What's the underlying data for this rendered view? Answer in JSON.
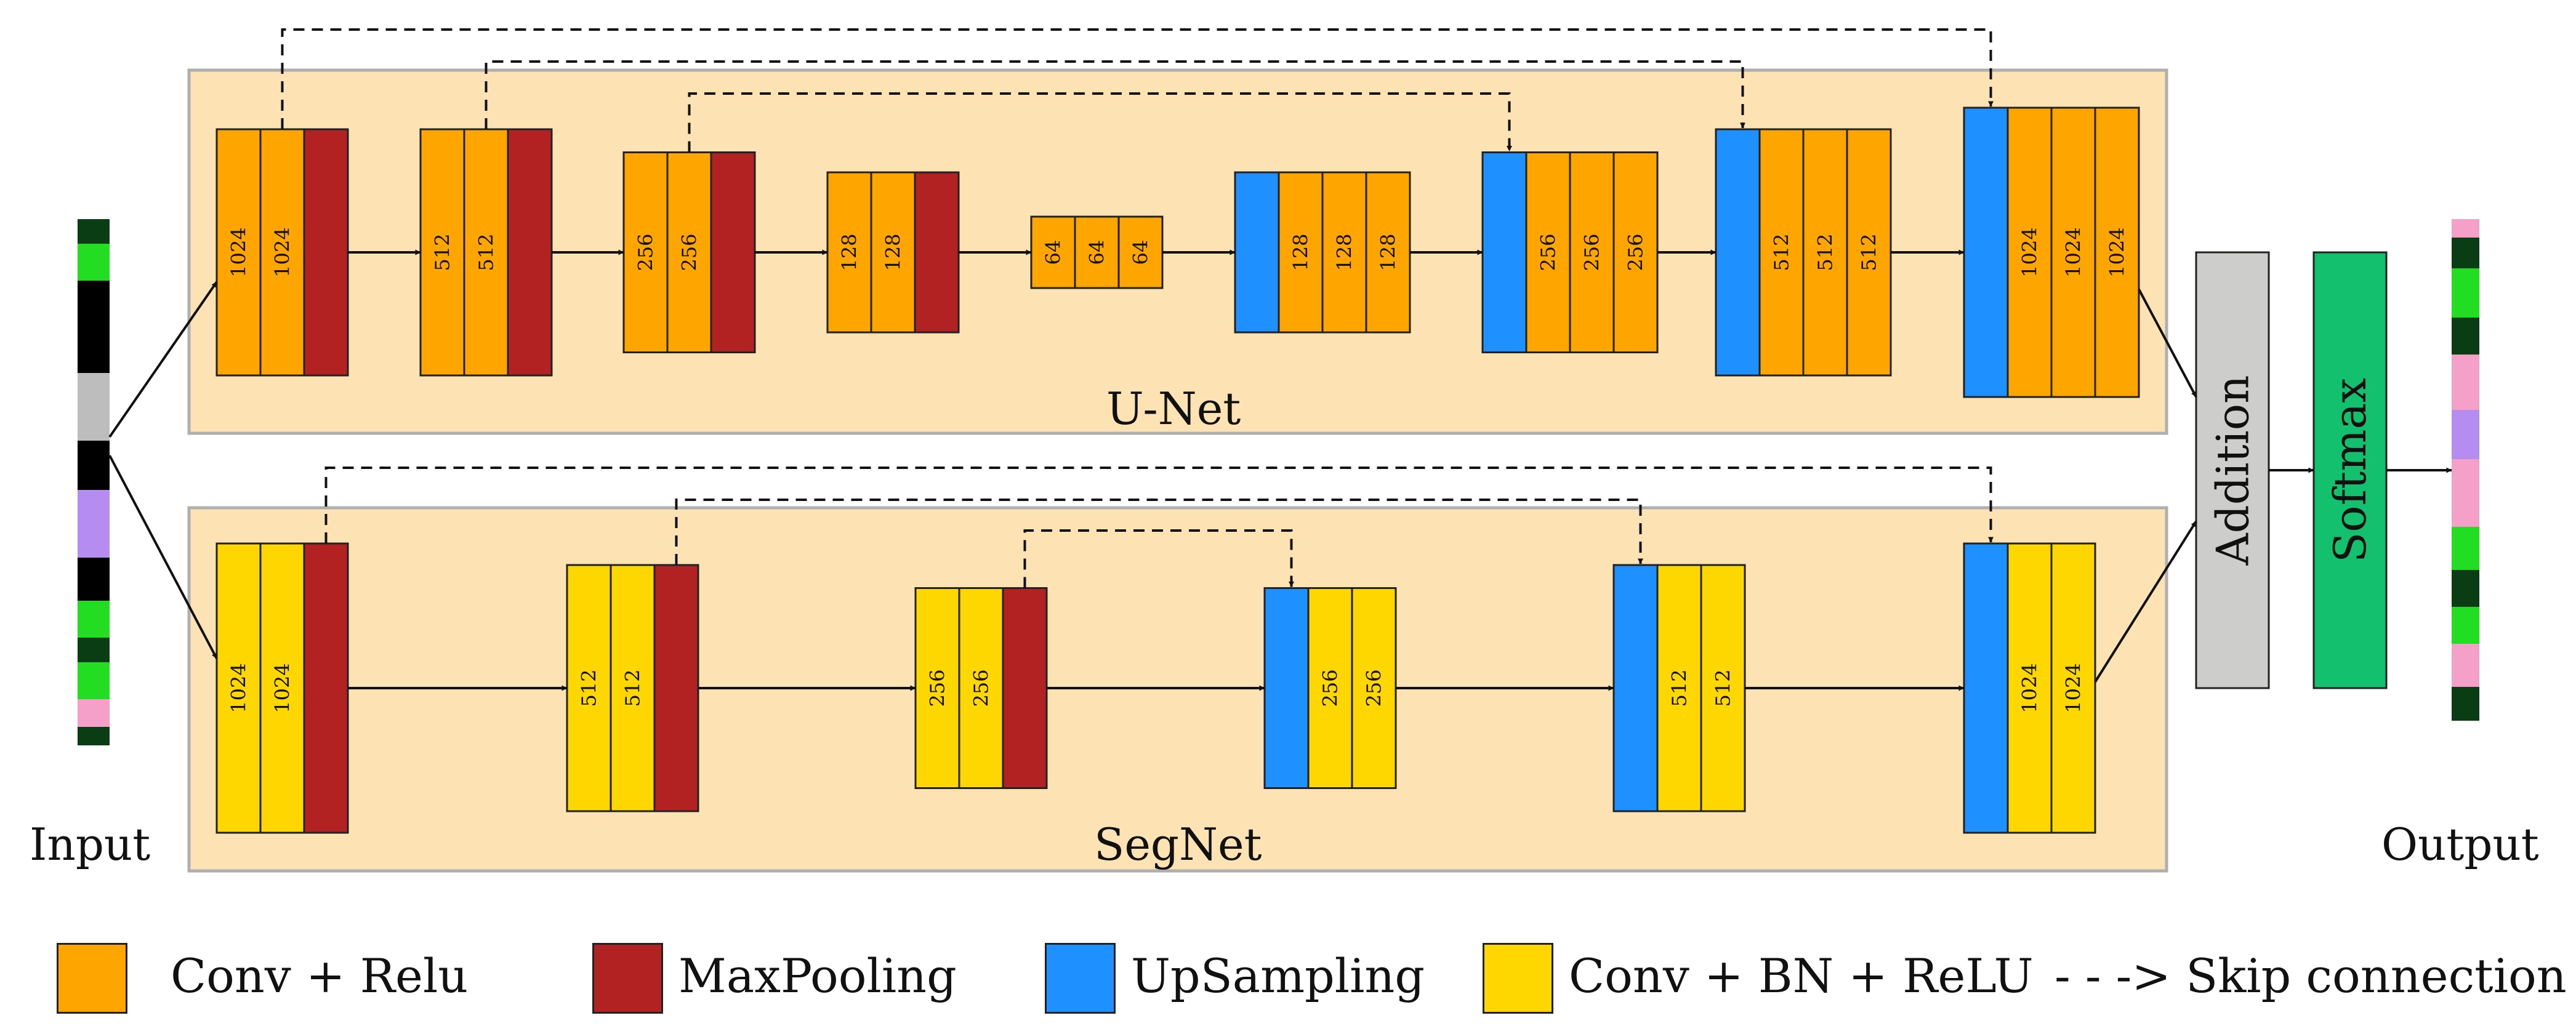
{
  "colors": {
    "conv_relu": "#FFA500",
    "maxpool": "#B22222",
    "upsampling": "#1E90FF",
    "conv_bn_relu": "#FFD700",
    "panel_bg": "#FDE3B4",
    "panel_border": "#AFAFAF",
    "addition": "#CDCDCB",
    "softmax": "#13C06E"
  },
  "labels": {
    "input": "Input",
    "output": "Output",
    "unet": "U-Net",
    "segnet": "SegNet",
    "addition": "Addition",
    "softmax": "Softmax"
  },
  "unet": {
    "encoder": [
      {
        "channels": [
          "1024",
          "1024"
        ],
        "pool": true
      },
      {
        "channels": [
          "512",
          "512"
        ],
        "pool": true
      },
      {
        "channels": [
          "256",
          "256"
        ],
        "pool": true
      },
      {
        "channels": [
          "128",
          "128"
        ],
        "pool": true
      },
      {
        "channels": [
          "64",
          "64",
          "64"
        ],
        "pool": false
      }
    ],
    "decoder": [
      {
        "channels": [
          "128",
          "128",
          "128"
        ]
      },
      {
        "channels": [
          "256",
          "256",
          "256"
        ]
      },
      {
        "channels": [
          "512",
          "512",
          "512"
        ]
      },
      {
        "channels": [
          "1024",
          "1024",
          "1024"
        ]
      }
    ]
  },
  "segnet": {
    "encoder": [
      {
        "channels": [
          "1024",
          "1024"
        ]
      },
      {
        "channels": [
          "512",
          "512"
        ]
      },
      {
        "channels": [
          "256",
          "256"
        ]
      }
    ],
    "decoder": [
      {
        "channels": [
          "256",
          "256"
        ]
      },
      {
        "channels": [
          "512",
          "512"
        ]
      },
      {
        "channels": [
          "1024",
          "1024"
        ]
      }
    ]
  },
  "legend": [
    {
      "name": "legend-conv-relu",
      "label": "Conv + Relu",
      "color": "#FFA500",
      "kind": "swatch"
    },
    {
      "name": "legend-maxpooling",
      "label": "MaxPooling",
      "color": "#B22222",
      "kind": "swatch"
    },
    {
      "name": "legend-upsampling",
      "label": "UpSampling",
      "color": "#1E90FF",
      "kind": "swatch"
    },
    {
      "name": "legend-conv-bn-relu",
      "label": "Conv + BN + ReLU",
      "color": "#FFD700",
      "kind": "swatch"
    },
    {
      "name": "legend-skip-connection",
      "label": "- - -> Skip connection",
      "kind": "text"
    }
  ]
}
